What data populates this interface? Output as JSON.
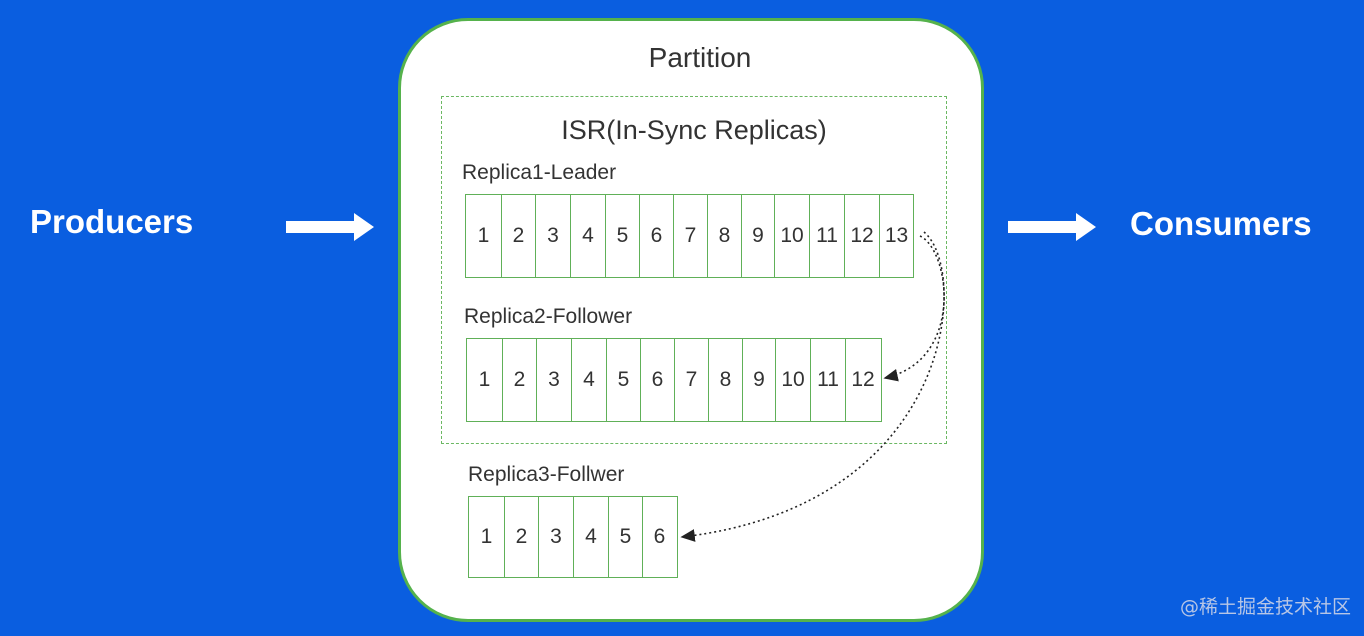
{
  "producers": "Producers",
  "consumers": "Consumers",
  "partition": {
    "title": "Partition",
    "isr_title": "ISR(In-Sync Replicas)",
    "replicas": [
      {
        "label": "Replica1-Leader",
        "offsets": [
          "1",
          "2",
          "3",
          "4",
          "5",
          "6",
          "7",
          "8",
          "9",
          "10",
          "11",
          "12",
          "13"
        ]
      },
      {
        "label": "Replica2-Follower",
        "offsets": [
          "1",
          "2",
          "3",
          "4",
          "5",
          "6",
          "7",
          "8",
          "9",
          "10",
          "11",
          "12"
        ]
      },
      {
        "label": "Replica3-Follwer",
        "offsets": [
          "1",
          "2",
          "3",
          "4",
          "5",
          "6"
        ]
      }
    ]
  },
  "watermark": "@稀土掘金技术社区",
  "colors": {
    "background": "#0a5ee0",
    "border": "#55b24c",
    "text": "#333333"
  }
}
